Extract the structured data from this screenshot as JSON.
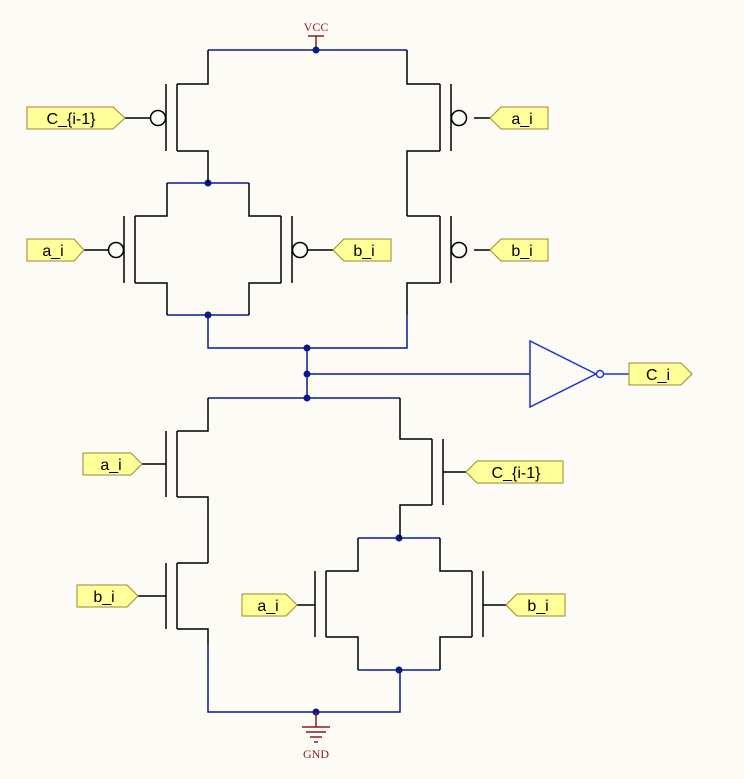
{
  "rails": {
    "vcc": "VCC",
    "gnd": "GND"
  },
  "ports": {
    "p1_gate": "C_{i-1}",
    "p2_gate": "a_i",
    "p3_gate": "a_i",
    "p4_gate": "b_i",
    "p5_gate": "b_i",
    "out": "C_i",
    "n1_gate": "a_i",
    "n2_gate": "C_{i-1}",
    "n3_gate": "b_i",
    "n4_gate": "a_i",
    "n5_gate": "b_i"
  },
  "colors": {
    "wire": "#0a1a8c",
    "transistor": "#000000",
    "port_fill": "#ffff99",
    "port_border": "#9a8a2a",
    "rail": "#8b1a1a",
    "inverter": "#2233cc"
  }
}
